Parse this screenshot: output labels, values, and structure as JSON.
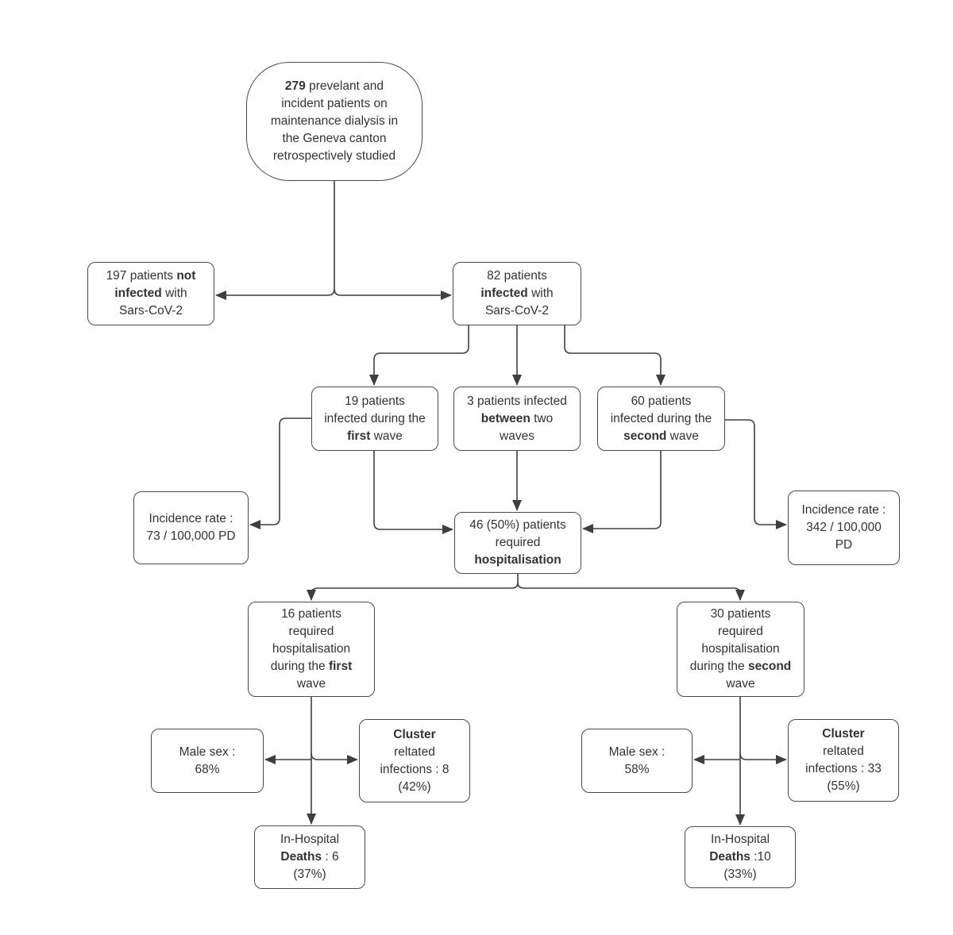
{
  "theme": {
    "background": "#ffffff",
    "box_border": "#4a4a4a",
    "line_color": "#3f3f3f",
    "text_color": "#333333"
  },
  "diagram": {
    "nodes": {
      "root": {
        "segments": [
          {
            "text": "279",
            "bold": true
          },
          {
            "text": " prevelant and\nincident patients on\nmaintenance dialysis in\nthe Geneva canton\nretrospectively studied"
          }
        ]
      },
      "not_infected": {
        "segments": [
          {
            "text": "197 patients "
          },
          {
            "text": "not\ninfected",
            "bold": true
          },
          {
            "text": " with\nSars-CoV-2"
          }
        ]
      },
      "infected": {
        "segments": [
          {
            "text": "82 patients\n"
          },
          {
            "text": "infected",
            "bold": true
          },
          {
            "text": " with\nSars-CoV-2"
          }
        ]
      },
      "first_wave": {
        "segments": [
          {
            "text": "19 patients\ninfected during the\n"
          },
          {
            "text": "first",
            "bold": true
          },
          {
            "text": " wave"
          }
        ]
      },
      "between_waves": {
        "segments": [
          {
            "text": "3 patients infected\n"
          },
          {
            "text": "between",
            "bold": true
          },
          {
            "text": " two\nwaves"
          }
        ]
      },
      "second_wave": {
        "segments": [
          {
            "text": "60 patients\ninfected during the\n"
          },
          {
            "text": "second",
            "bold": true
          },
          {
            "text": " wave"
          }
        ]
      },
      "incidence_first": {
        "segments": [
          {
            "text": "Incidence rate :\n73 / 100,000 PD"
          }
        ]
      },
      "hospitalised": {
        "segments": [
          {
            "text": "46 (50%) patients\nrequired\n"
          },
          {
            "text": "hospitalisation",
            "bold": true
          }
        ]
      },
      "incidence_second": {
        "segments": [
          {
            "text": "Incidence rate :\n342 / 100,000\nPD"
          }
        ]
      },
      "hosp_first_wave": {
        "segments": [
          {
            "text": "16 patients\nrequired\nhospitalisation\nduring the "
          },
          {
            "text": "first",
            "bold": true
          },
          {
            "text": "\nwave"
          }
        ]
      },
      "hosp_second_wave": {
        "segments": [
          {
            "text": "30 patients\nrequired\nhospitalisation\nduring the "
          },
          {
            "text": "second",
            "bold": true
          },
          {
            "text": "\nwave"
          }
        ]
      },
      "male_sex_first": {
        "segments": [
          {
            "text": "Male sex :\n68%"
          }
        ]
      },
      "cluster_first": {
        "segments": [
          {
            "text": "Cluster",
            "bold": true
          },
          {
            "text": "\nreltated\ninfections : 8\n(42%)"
          }
        ]
      },
      "deaths_first": {
        "segments": [
          {
            "text": "In-Hospital\n"
          },
          {
            "text": "Deaths",
            "bold": true
          },
          {
            "text": " : 6\n(37%)"
          }
        ]
      },
      "male_sex_second": {
        "segments": [
          {
            "text": "Male sex :\n58%"
          }
        ]
      },
      "cluster_second": {
        "segments": [
          {
            "text": "Cluster",
            "bold": true
          },
          {
            "text": "\nreltated\ninfections : 33\n(55%)"
          }
        ]
      },
      "deaths_second": {
        "segments": [
          {
            "text": "In-Hospital\n"
          },
          {
            "text": "Deaths",
            "bold": true
          },
          {
            "text": " :10\n(33%)"
          }
        ]
      }
    },
    "edges": [
      {
        "from": "root",
        "to": "not_infected"
      },
      {
        "from": "root",
        "to": "infected"
      },
      {
        "from": "infected",
        "to": "first_wave"
      },
      {
        "from": "infected",
        "to": "between_waves"
      },
      {
        "from": "infected",
        "to": "second_wave"
      },
      {
        "from": "first_wave",
        "to": "incidence_first"
      },
      {
        "from": "first_wave",
        "to": "hospitalised"
      },
      {
        "from": "between_waves",
        "to": "hospitalised"
      },
      {
        "from": "second_wave",
        "to": "hospitalised"
      },
      {
        "from": "second_wave",
        "to": "incidence_second"
      },
      {
        "from": "hospitalised",
        "to": "hosp_first_wave"
      },
      {
        "from": "hospitalised",
        "to": "hosp_second_wave"
      },
      {
        "from": "hosp_first_wave",
        "to": "male_sex_first"
      },
      {
        "from": "hosp_first_wave",
        "to": "cluster_first"
      },
      {
        "from": "hosp_first_wave",
        "to": "deaths_first"
      },
      {
        "from": "hosp_second_wave",
        "to": "male_sex_second"
      },
      {
        "from": "hosp_second_wave",
        "to": "cluster_second"
      },
      {
        "from": "hosp_second_wave",
        "to": "deaths_second"
      }
    ]
  }
}
